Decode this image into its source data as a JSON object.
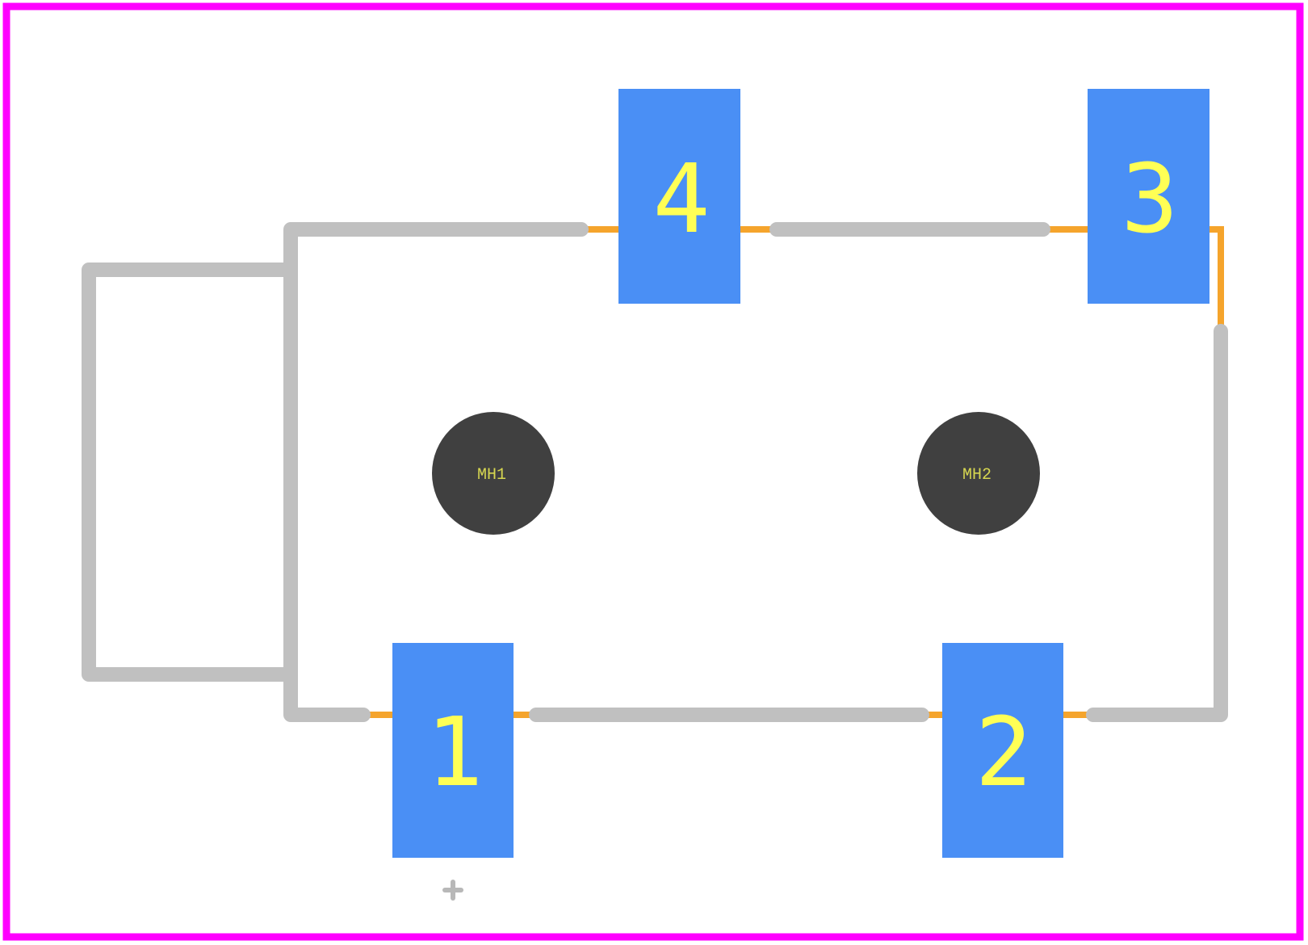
{
  "colors": {
    "background": "#ffffff",
    "board_outline": "#ff00ff",
    "silkscreen": "#c0c0c0",
    "pad": "#4a8ff5",
    "pad_label": "#ffff55",
    "trace": "#f5a42c",
    "mounting_hole": "#404040",
    "hole_label": "#d6d650"
  },
  "pads": [
    {
      "id": "pad-1",
      "label": "1"
    },
    {
      "id": "pad-2",
      "label": "2"
    },
    {
      "id": "pad-3",
      "label": "3"
    },
    {
      "id": "pad-4",
      "label": "4"
    }
  ],
  "mounting_holes": [
    {
      "id": "hole-mh1",
      "label": "MH1"
    },
    {
      "id": "hole-mh2",
      "label": "MH2"
    }
  ],
  "icons": {
    "origin_marker": "origin-marker-icon"
  }
}
